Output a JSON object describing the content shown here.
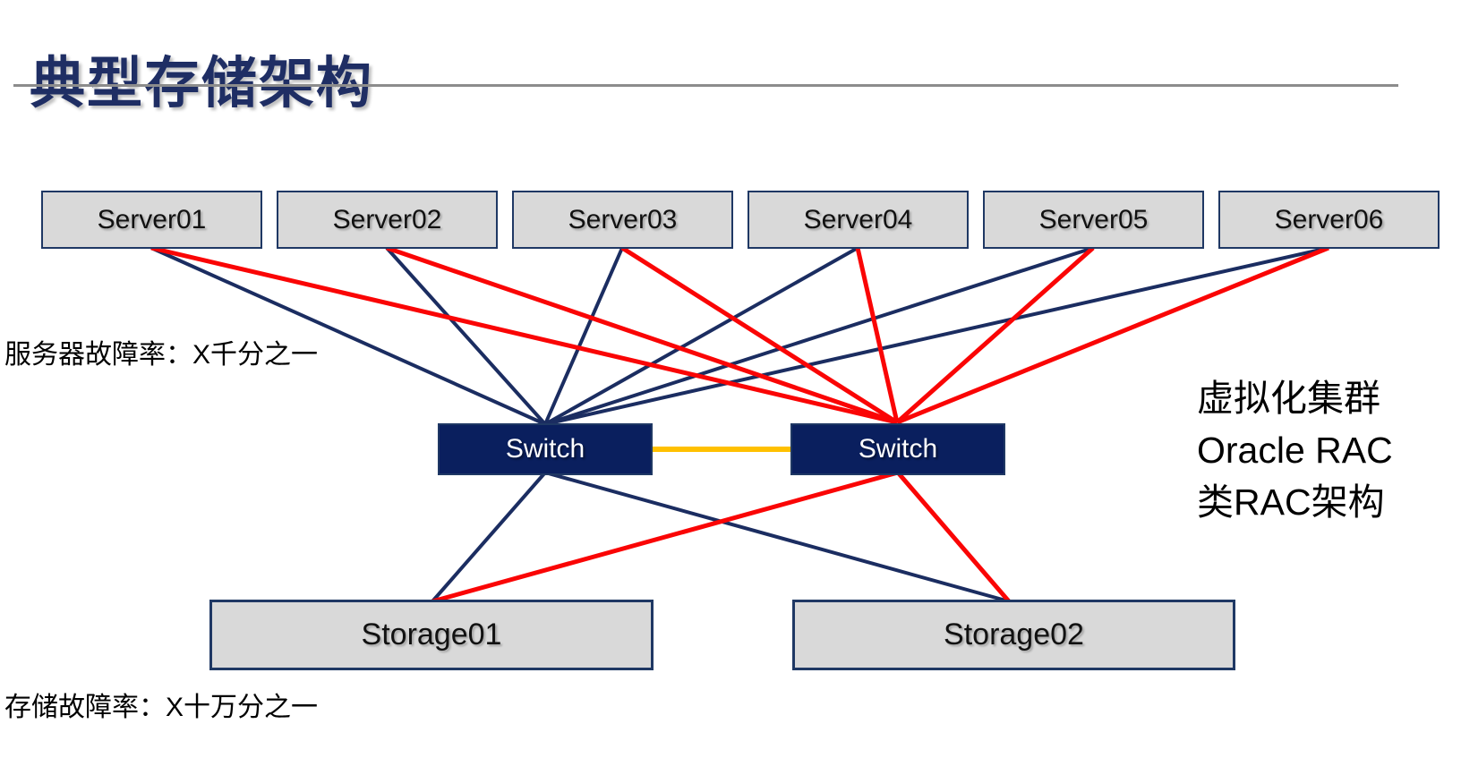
{
  "page": {
    "title": "典型存储架构"
  },
  "notes": {
    "server_fault": "服务器故障率：X千分之一",
    "storage_fault": "存储故障率：X十万分之一",
    "side_lines": [
      "虚拟化集群",
      "Oracle RAC",
      "类RAC架构"
    ]
  },
  "diagram": {
    "servers": [
      {
        "id": "server01",
        "label": "Server01"
      },
      {
        "id": "server02",
        "label": "Server02"
      },
      {
        "id": "server03",
        "label": "Server03"
      },
      {
        "id": "server04",
        "label": "Server04"
      },
      {
        "id": "server05",
        "label": "Server05"
      },
      {
        "id": "server06",
        "label": "Server06"
      }
    ],
    "switches": [
      {
        "id": "switch1",
        "label": "Switch"
      },
      {
        "id": "switch2",
        "label": "Switch"
      }
    ],
    "storages": [
      {
        "id": "storage01",
        "label": "Storage01"
      },
      {
        "id": "storage02",
        "label": "Storage02"
      }
    ],
    "connections": [
      {
        "from": "server01-bottom",
        "to": "switch1-top",
        "color": "navy"
      },
      {
        "from": "server02-bottom",
        "to": "switch1-top",
        "color": "navy"
      },
      {
        "from": "server03-bottom",
        "to": "switch1-top",
        "color": "navy"
      },
      {
        "from": "server04-bottom",
        "to": "switch1-top",
        "color": "navy"
      },
      {
        "from": "server05-bottom",
        "to": "switch1-top",
        "color": "navy"
      },
      {
        "from": "server06-bottom",
        "to": "switch1-top",
        "color": "navy"
      },
      {
        "from": "server01-bottom",
        "to": "switch2-top",
        "color": "red"
      },
      {
        "from": "server02-bottom",
        "to": "switch2-top",
        "color": "red"
      },
      {
        "from": "server03-bottom",
        "to": "switch2-top",
        "color": "red"
      },
      {
        "from": "server04-bottom",
        "to": "switch2-top",
        "color": "red"
      },
      {
        "from": "server05-bottom",
        "to": "switch2-top",
        "color": "red"
      },
      {
        "from": "server06-bottom",
        "to": "switch2-top",
        "color": "red"
      },
      {
        "from": "switch1-bottom",
        "to": "storage01-top",
        "color": "navy"
      },
      {
        "from": "switch1-bottom",
        "to": "storage02-top",
        "color": "navy"
      },
      {
        "from": "switch2-bottom",
        "to": "storage01-top",
        "color": "red"
      },
      {
        "from": "switch2-bottom",
        "to": "storage02-top",
        "color": "red"
      },
      {
        "from": "switch1-right",
        "to": "switch2-left",
        "color": "orange"
      }
    ]
  },
  "colors": {
    "navy": "#1B2D61",
    "red": "#FA0505",
    "orange": "#FFC000",
    "switch_fill": "#0A1F5E",
    "box_fill": "#D9D9D9",
    "box_border": "#1F3864",
    "title": "#1F2E64",
    "divider": "#8C8C8C",
    "text": "#000000"
  }
}
